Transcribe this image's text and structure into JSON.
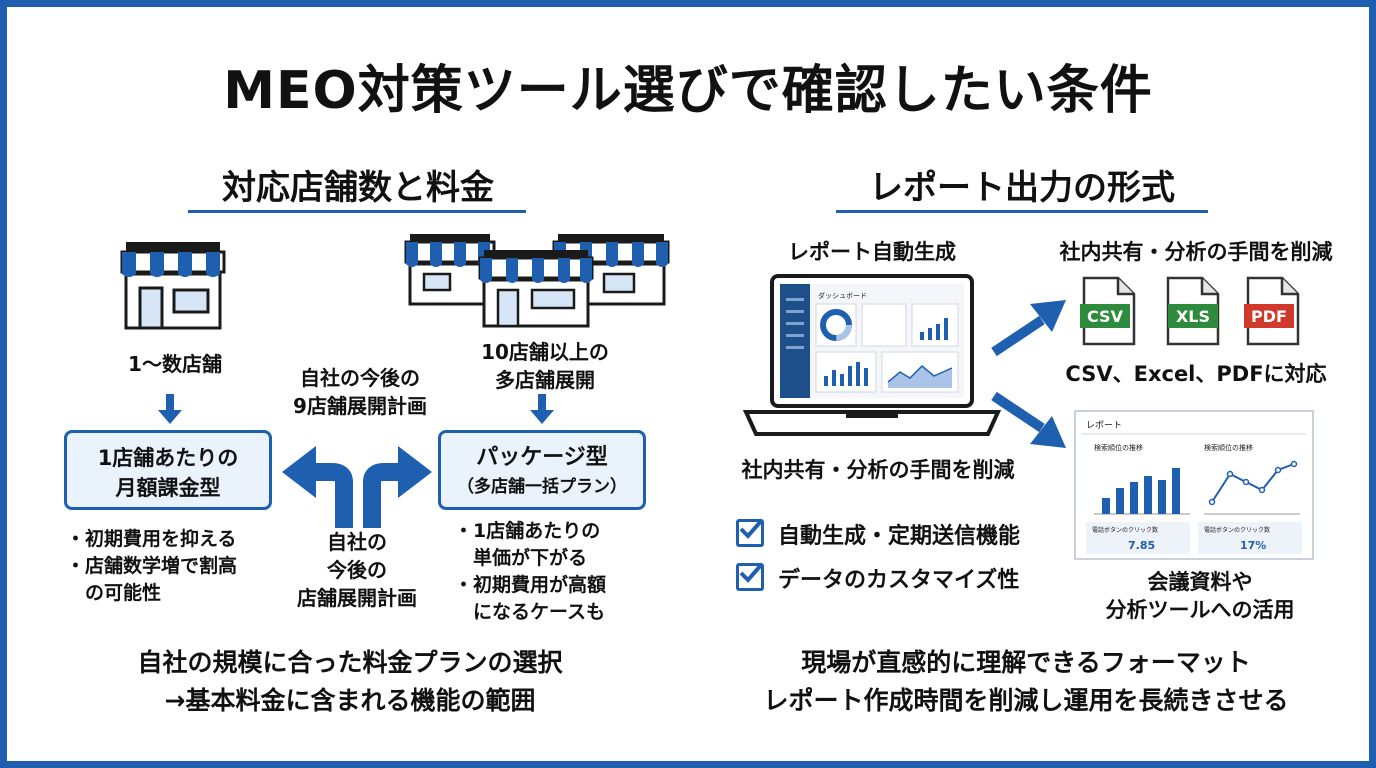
{
  "title": "MEO対策ツール選びで確認したい条件",
  "left": {
    "heading": "対応店舗数と料金",
    "small_label": "1〜数店舗",
    "large_label_1": "10店舗以上の",
    "large_label_2": "多店舗展開",
    "plan_left_1": "1店舗あたりの",
    "plan_left_2": "月額課金型",
    "plan_right_1": "パッケージ型",
    "plan_right_2": "（多店舗一括プラン）",
    "upper_plan_1": "自社の今後の",
    "upper_plan_2": "9店舗展開計画",
    "center_plan_1": "自社の",
    "center_plan_2": "今後の",
    "center_plan_3": "店舗展開計画",
    "left_bullets": [
      "・初期費用を抑える",
      "・店舗数学増で割高",
      "　の可能性"
    ],
    "right_bullets": [
      "・1店舗あたりの",
      "　単価が下がる",
      "・初期費用が高額",
      "　になるケースも"
    ],
    "bottom_1": "自社の規模に合った料金プランの選択",
    "bottom_2": "→基本料金に含まれる機能の範囲"
  },
  "right": {
    "heading": "レポート出力の形式",
    "auto_report": "レポート自動生成",
    "share_top": "社内共有・分析の手間を削減",
    "share_mid": "社内共有・分析の手間を削減",
    "formats_caption": "CSV、Excel、PDFに対応",
    "file_csv": "CSV",
    "file_xls": "XLS",
    "file_pdf": "PDF",
    "features": [
      "自動生成・定期送信機能",
      "データのカスタマイズ性"
    ],
    "use_1": "会議資料や",
    "use_2": "分析ツールへの活用",
    "laptop_screen_title": "ダッシュボード",
    "report_title": "レポート",
    "chart1_title": "検索順位の推移",
    "chart2_title": "検索順位の推移",
    "metric1_label": "電話ボタンのクリック数",
    "metric1_value": "7.85",
    "metric2_label": "電話ボタンのクリック数",
    "metric2_value": "17%",
    "bottom_1": "現場が直感的に理解できるフォーマット",
    "bottom_2": "レポート作成時間を削減し運用を長続きさせる"
  },
  "colors": {
    "accent": "#1f5fb0",
    "box_fill": "#eaf2fb",
    "csv": "#2e8b3e",
    "xls": "#2e8b3e",
    "pdf": "#d03a2c"
  },
  "icons": [
    "store-icon",
    "store-group-icon",
    "laptop-icon",
    "csv-file-icon",
    "xls-file-icon",
    "pdf-file-icon",
    "check-icon",
    "arrow-icon"
  ]
}
